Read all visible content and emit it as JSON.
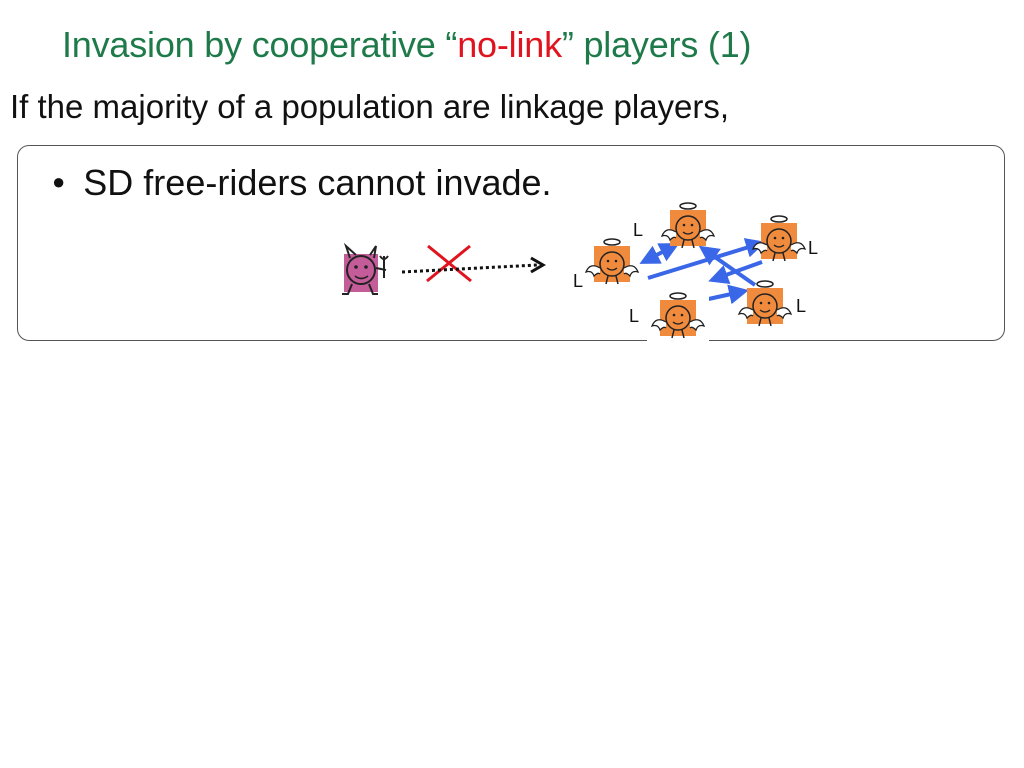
{
  "slide": {
    "title_prefix": "Invasion by cooperative “",
    "title_highlight": "no-link",
    "title_suffix": "” players (1)",
    "subtitle": "If the majority of a population are linkage players,",
    "bullet": "SD free-riders cannot invade."
  },
  "diagram": {
    "node_label": "L",
    "icons": {
      "free_rider": "devil-icon",
      "linkage_player": "angel-icon",
      "blocked": "red-x-icon"
    },
    "colors": {
      "title": "#1f7a4a",
      "highlight": "#e0141e",
      "link_arrow": "#3a66e8",
      "angel_bg": "#f08a3c",
      "devil_bg": "#c45c9a"
    }
  }
}
